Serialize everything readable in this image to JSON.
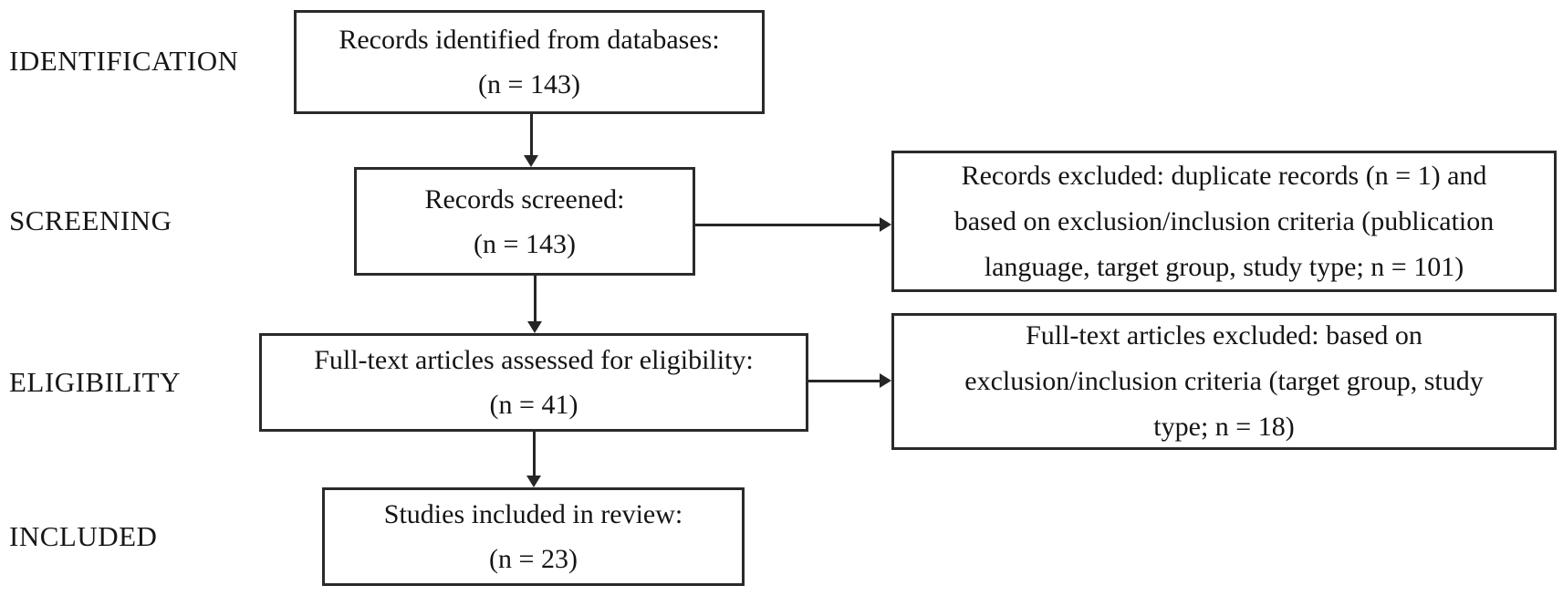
{
  "diagram": {
    "kind": "prisma-flow-diagram",
    "background_color": "#ffffff",
    "line_color": "#262626",
    "text_color": "#141414"
  },
  "stages": [
    {
      "label": "IDENTIFICATION"
    },
    {
      "label": "SCREENING"
    },
    {
      "label": "ELIGIBILITY"
    },
    {
      "label": "INCLUDED"
    }
  ],
  "flow_boxes": [
    {
      "id": "records-identified",
      "title": "Records identified from databases:",
      "count": "(n = 143)"
    },
    {
      "id": "records-screened",
      "title": "Records screened:",
      "count": "(n = 143)"
    },
    {
      "id": "fulltext-assessed",
      "title": "Full-text articles assessed for eligibility:",
      "count": "(n = 41)"
    },
    {
      "id": "studies-included",
      "title": "Studies included in review:",
      "count": "(n = 23)"
    }
  ],
  "exclusion_boxes": [
    {
      "id": "records-excluded",
      "lines": [
        "Records excluded: duplicate records (n = 1) and",
        "based on exclusion/inclusion criteria (publication",
        "language, target group, study type; n = 101)"
      ]
    },
    {
      "id": "fulltext-excluded",
      "lines": [
        "Full-text articles excluded: based on",
        "exclusion/inclusion criteria (target group, study",
        "type; n = 18)"
      ]
    }
  ],
  "arrows": [
    {
      "from": "records-identified",
      "to": "records-screened",
      "direction": "down"
    },
    {
      "from": "records-screened",
      "to": "records-excluded",
      "direction": "right"
    },
    {
      "from": "records-screened",
      "to": "fulltext-assessed",
      "direction": "down"
    },
    {
      "from": "fulltext-assessed",
      "to": "fulltext-excluded",
      "direction": "right"
    },
    {
      "from": "fulltext-assessed",
      "to": "studies-included",
      "direction": "down"
    }
  ]
}
